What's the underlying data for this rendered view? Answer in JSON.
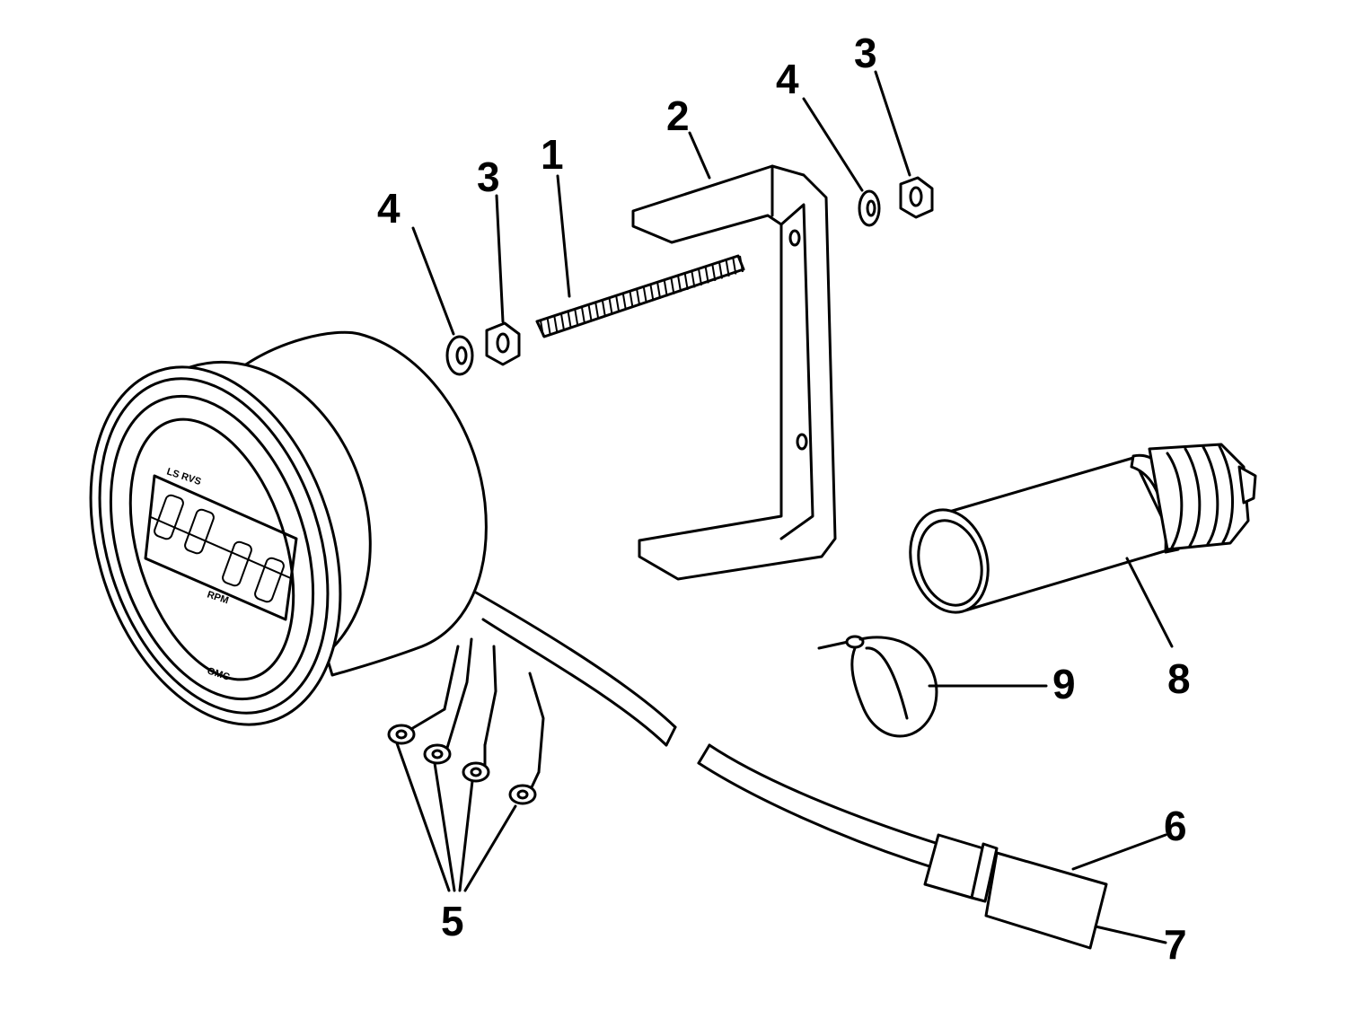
{
  "callouts": {
    "part_1": "1",
    "part_2": "2",
    "part_3_left": "3",
    "part_3_right": "3",
    "part_4_left": "4",
    "part_4_right": "4",
    "part_5": "5",
    "part_6": "6",
    "part_7": "7",
    "part_8": "8",
    "part_9": "9"
  },
  "gauge_face": {
    "top_text": "LS RVS",
    "bottom_text": "RPM",
    "brand": "OMC"
  }
}
